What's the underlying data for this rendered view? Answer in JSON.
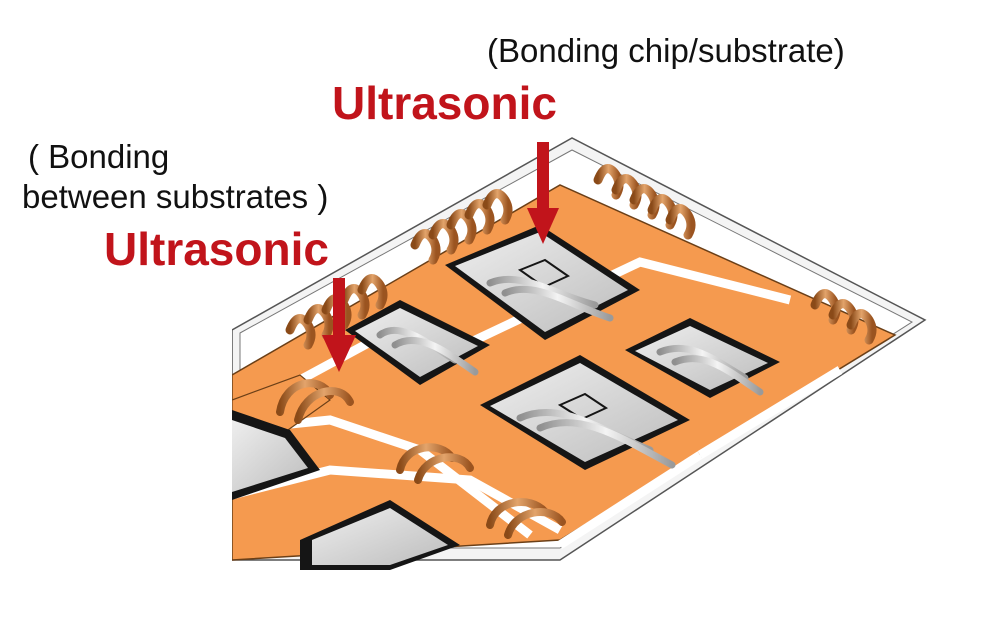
{
  "labels": {
    "chip_substrate_caption": "(Bonding chip/substrate)",
    "ultrasonic_top": "Ultrasonic",
    "between_substrates_line1": "( Bonding",
    "between_substrates_line2": "between substrates )",
    "ultrasonic_left": "Ultrasonic"
  },
  "colors": {
    "copper_plate": "#f59a4f",
    "chip_face": "#d9d9d9",
    "chip_frame": "#151515",
    "arrow": "#c1141b",
    "terminal": "#c9722c"
  }
}
